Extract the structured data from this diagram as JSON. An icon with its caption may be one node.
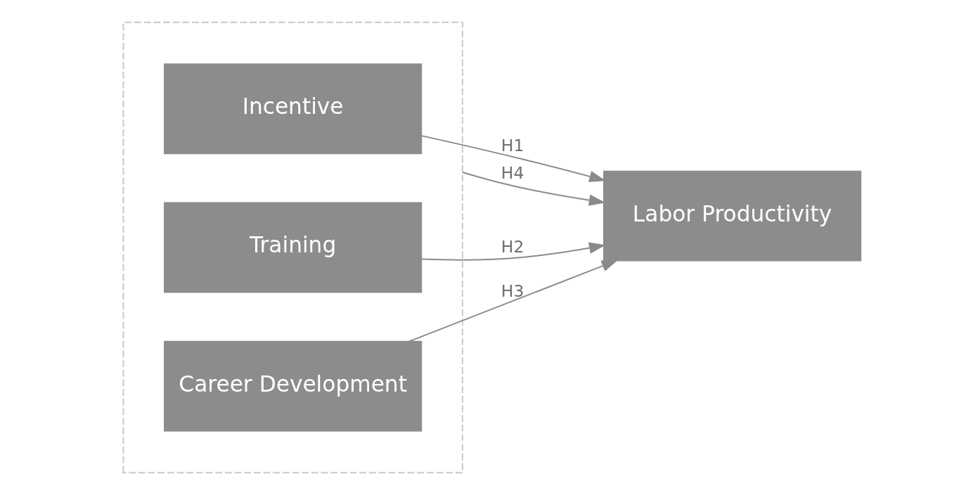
{
  "diagram": {
    "nodes": [
      {
        "text": [],
        "shape": "box"
      },
      {
        "text": [
          "Incentive"
        ],
        "in": 0
      },
      {
        "text": [
          "Training"
        ],
        "in": 0
      },
      {
        "text": [
          "Career Development"
        ],
        "in": 0
      },
      {
        "text": [
          "Labor Productivity"
        ]
      }
    ],
    "edges": [
      {
        "from": 1,
        "to": 4,
        "arrow": "to",
        "label": "H1"
      },
      {
        "from": 2,
        "to": 4,
        "arrow": "to",
        "label": "H2"
      },
      {
        "from": 3,
        "to": 4,
        "arrow": "to",
        "label": "H3"
      },
      {
        "from": 0,
        "to": 4,
        "arrow": "to",
        "label": "H4"
      }
    ]
  }
}
